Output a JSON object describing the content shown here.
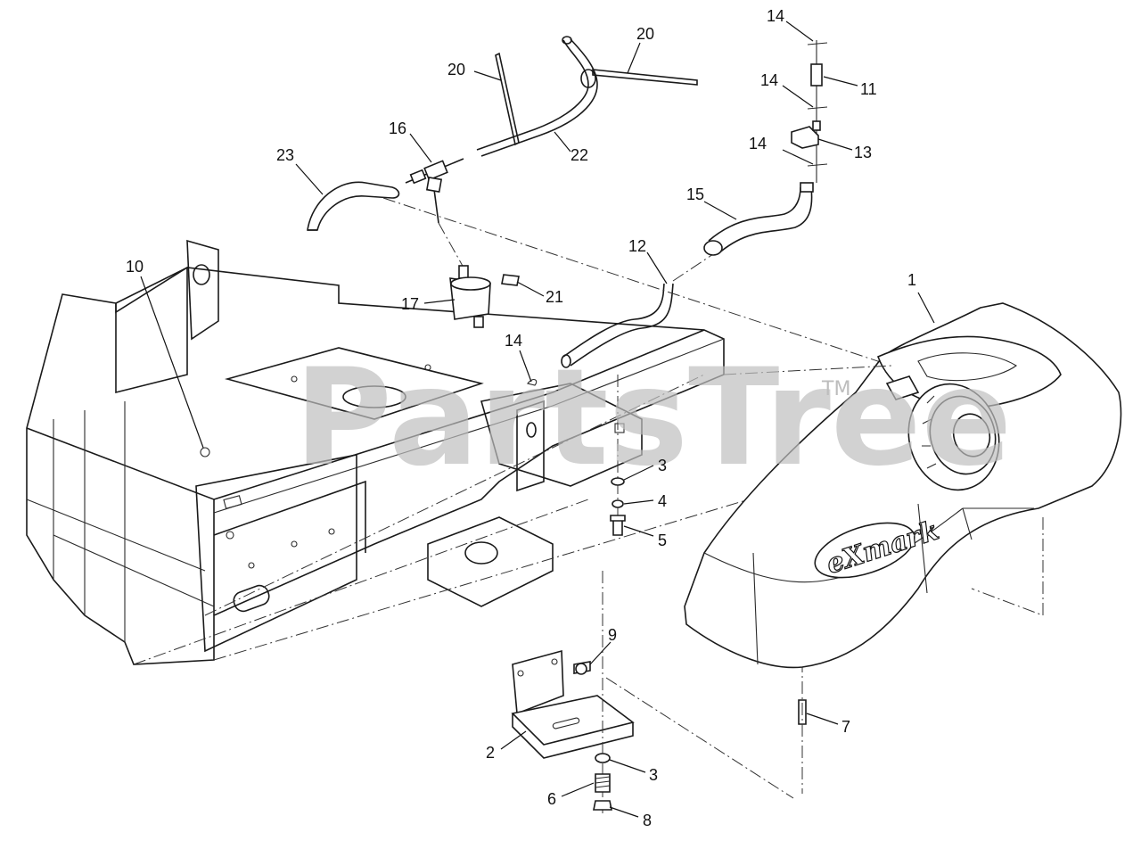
{
  "watermark": {
    "text": "PartsTree",
    "trademark": "TM"
  },
  "tank_brand": "eXmark",
  "callouts": [
    {
      "id": "c1",
      "label": "1"
    },
    {
      "id": "c2",
      "label": "2"
    },
    {
      "id": "c3a",
      "label": "3"
    },
    {
      "id": "c3b",
      "label": "3"
    },
    {
      "id": "c4",
      "label": "4"
    },
    {
      "id": "c5",
      "label": "5"
    },
    {
      "id": "c6",
      "label": "6"
    },
    {
      "id": "c7",
      "label": "7"
    },
    {
      "id": "c8",
      "label": "8"
    },
    {
      "id": "c9",
      "label": "9"
    },
    {
      "id": "c10",
      "label": "10"
    },
    {
      "id": "c11",
      "label": "11"
    },
    {
      "id": "c12",
      "label": "12"
    },
    {
      "id": "c13",
      "label": "13"
    },
    {
      "id": "c14a",
      "label": "14"
    },
    {
      "id": "c14b",
      "label": "14"
    },
    {
      "id": "c14c",
      "label": "14"
    },
    {
      "id": "c14d",
      "label": "14"
    },
    {
      "id": "c15",
      "label": "15"
    },
    {
      "id": "c16",
      "label": "16"
    },
    {
      "id": "c17",
      "label": "17"
    },
    {
      "id": "c20a",
      "label": "20"
    },
    {
      "id": "c20b",
      "label": "20"
    },
    {
      "id": "c21",
      "label": "21"
    },
    {
      "id": "c22",
      "label": "22"
    },
    {
      "id": "c23",
      "label": "23"
    }
  ]
}
